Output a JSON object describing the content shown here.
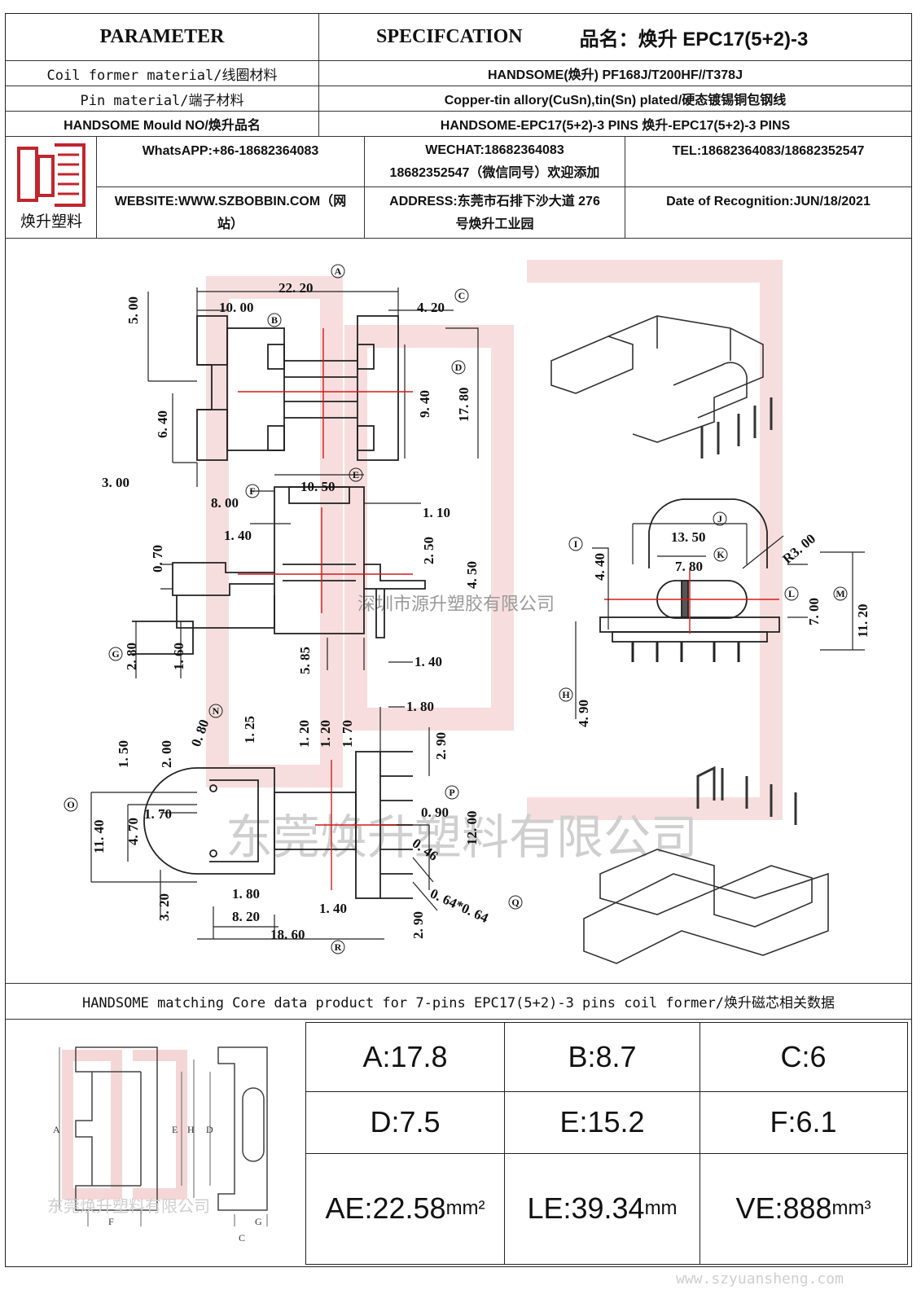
{
  "header": {
    "parameter": "PARAMETER",
    "specification": "SPECIFCATION",
    "product_label": "品名：",
    "product_name": "焕升 EPC17(5+2)-3"
  },
  "params": [
    {
      "label": "Coil former material/线圈材料",
      "value": "HANDSOME(焕升)    PF168J/T200HF//T378J"
    },
    {
      "label": "Pin material/端子材料",
      "value": "Copper-tin allory(CuSn),tin(Sn) plated/硬态镀锡铜包钢线"
    },
    {
      "label": "HANDSOME Mould NO/焕升品名",
      "value": "HANDSOME-EPC17(5+2)-3 PINS    焕升-EPC17(5+2)-3 PINS"
    }
  ],
  "contact": {
    "logo_text": "焕升塑料",
    "whatsapp": "WhatsAPP:+86-18682364083",
    "wechat_line1": "WECHAT:18682364083",
    "wechat_line2": "18682352547（微信同号）欢迎添加",
    "tel": "TEL:18682364083/18682352547",
    "website_line1": "WEBSITE:WWW.SZBOBBIN.COM（网",
    "website_line2": "站）",
    "address_line1": "ADDRESS:东莞市石排下沙大道 276",
    "address_line2": "号焕升工业园",
    "date": "Date of Recognition:JUN/18/2021"
  },
  "drawing": {
    "watermark_top": "深圳市源升塑胶有限公司",
    "watermark_bottom": "东莞焕升塑料有限公司",
    "labels": {
      "A": "A",
      "B": "B",
      "C": "C",
      "D": "D",
      "E": "E",
      "F": "F",
      "G": "G",
      "H": "H",
      "I": "I",
      "J": "J",
      "K": "K",
      "L": "L",
      "M": "M",
      "N": "N",
      "O": "O",
      "P": "P",
      "Q": "Q",
      "R": "R"
    },
    "dims": {
      "d22_20": "22. 20",
      "d10_00": "10. 00",
      "d4_20": "4. 20",
      "d5_00": "5. 00",
      "d6_40": "6. 40",
      "d3_00": "3. 00",
      "d9_40": "9. 40",
      "d17_80": "17. 80",
      "d10_50": "10. 50",
      "d8_00": "8. 00",
      "d1_10": "1. 10",
      "d1_40a": "1. 40",
      "d0_70": "0. 70",
      "d2_50": "2. 50",
      "d4_50": "4. 50",
      "d2_80": "2. 80",
      "d1_60": "1. 60",
      "d5_85": "5. 85",
      "d1_40b": "1. 40",
      "d13_50": "13. 50",
      "d7_80": "7. 80",
      "r3_00": "R3. 00",
      "d4_40": "4. 40",
      "d7_00": "7. 00",
      "d11_20": "11. 20",
      "d4_90": "4. 90",
      "d1_80a": "1. 80",
      "d1_50": "1. 50",
      "d2_00": "2. 00",
      "d0_80": "0. 80",
      "d1_25": "1. 25",
      "d1_20a": "1. 20",
      "d1_20b": "1. 20",
      "d1_70a": "1. 70",
      "d2_90a": "2. 90",
      "d11_40": "11. 40",
      "d4_70": "4. 70",
      "d1_70b": "1. 70",
      "d0_90": "0. 90",
      "d12_00": "12. 00",
      "d0_46": "0. 46",
      "d3_20": "3. 20",
      "d1_80b": "1. 80",
      "d8_20": "8. 20",
      "d1_40c": "1. 40",
      "d18_60": "18. 60",
      "d0_64": "0. 64*0. 64",
      "d2_90b": "2. 90"
    }
  },
  "core_title": "HANDSOME matching Core data  product for 7-pins EPC17(5+2)-3 pins coil former/焕升磁芯相关数据",
  "core_drawing": {
    "watermark": "东莞焕升塑料有限公司",
    "labels": {
      "A": "A",
      "E": "E",
      "H": "H",
      "D": "D",
      "F": "F",
      "C": "C",
      "G": "G"
    }
  },
  "core_data": [
    [
      {
        "text": "A:17.8"
      },
      {
        "text": "B:8.7"
      },
      {
        "text": "C:6"
      }
    ],
    [
      {
        "text": "D:7.5"
      },
      {
        "text": "E:15.2"
      },
      {
        "text": "F:6.1"
      }
    ],
    [
      {
        "text": "AE:22.58",
        "unit": "mm²"
      },
      {
        "text": "LE:39.34",
        "unit": "mm"
      },
      {
        "text": "VE:888",
        "unit": "mm³"
      }
    ]
  ],
  "footer_url": "www.szyuansheng.com",
  "colors": {
    "line": "#222222",
    "centerline": "#d21c1c",
    "watermark": "#e8a0a0",
    "logo": "#c0262d"
  }
}
